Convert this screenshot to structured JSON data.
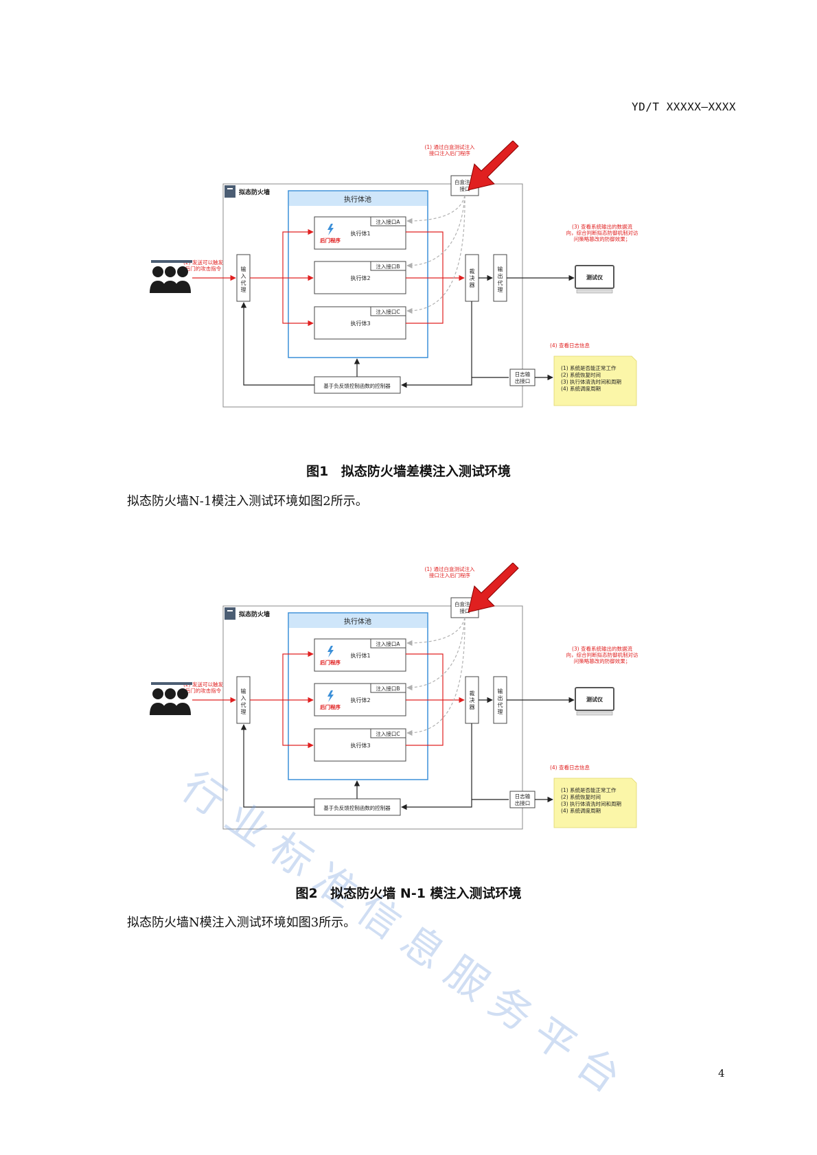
{
  "header": {
    "std_code": "YD/T XXXXX—XXXX"
  },
  "figure_labels": {
    "firewall": "拟态防火墙",
    "pool": "执行体池",
    "white_box": [
      "白盒注入",
      "接口"
    ],
    "step1": [
      "(1) 通过白盒测试注入",
      "接口注入后门程序"
    ],
    "step2": [
      "(2) 发送可以触发",
      "后门的攻击指令"
    ],
    "step3": [
      "(3) 查看系统输出的数据流",
      "向，综合判断拟态防御机制对访",
      "问策略篡改的防御效果；"
    ],
    "step4": "(4) 查看日志信息",
    "input_proxy": [
      "输",
      "入",
      "代",
      "理"
    ],
    "voter": [
      "裁",
      "决",
      "器"
    ],
    "output_proxy": [
      "输",
      "出",
      "代",
      "理"
    ],
    "tester": "测试仪",
    "log_port": [
      "日志输",
      "出接口"
    ],
    "controller": "基于负反馈控制函数的控制器",
    "backdoor": "后门程序",
    "executors": [
      {
        "name": "执行体1",
        "port": "注入接口A"
      },
      {
        "name": "执行体2",
        "port": "注入接口B"
      },
      {
        "name": "执行体3",
        "port": "注入接口C"
      }
    ],
    "log_items": [
      "(1) 系统是否能正常工作",
      "(2) 系统恢复时间",
      "(3) 执行体清洗时间和周期",
      "(4) 系统调度周期"
    ]
  },
  "figure1": {
    "caption_num": "图1",
    "caption_text": "拟态防火墙差模注入测试环境"
  },
  "paragraph1": "拟态防火墙N-1模注入测试环境如图2所示。",
  "figure2": {
    "caption_num": "图2",
    "caption_text": "拟态防火墙 N-1 模注入测试环境"
  },
  "paragraph2": "拟态防火墙N模注入测试环境如图3所示。",
  "watermark": "行业标准信息服务平台",
  "page_number": "4",
  "colors": {
    "red": "#e02020",
    "blue": "#3a8fd8",
    "pool_header": "#cfe6fa",
    "note_yellow": "#fbf6a8",
    "gray_dash": "#b0b0b0"
  }
}
